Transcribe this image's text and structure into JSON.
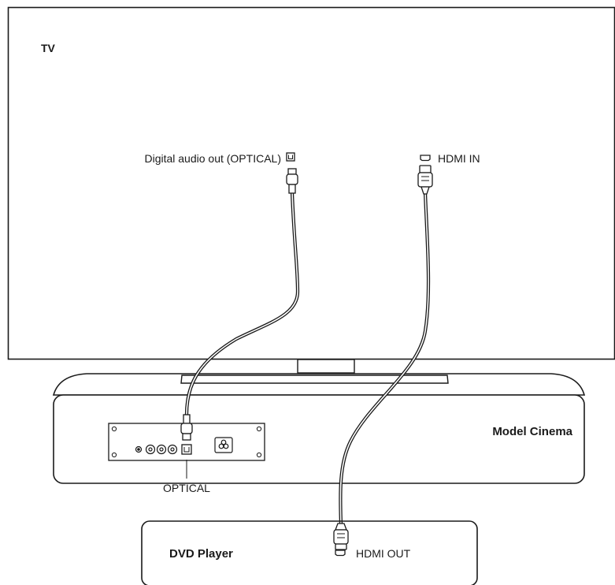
{
  "tv": {
    "label": "TV",
    "optical_port_label": "Digital audio out (OPTICAL)",
    "hdmi_port_label": "HDMI IN"
  },
  "soundbar": {
    "label": "Model Cinema",
    "optical_port_label": "OPTICAL"
  },
  "dvd_player": {
    "label": "DVD Player",
    "hdmi_port_label": "HDMI OUT"
  },
  "colors": {
    "line": "#1a1a1a",
    "background": "#ffffff"
  },
  "icons": [
    "optical-port-icon",
    "hdmi-port-icon",
    "optical-plug-icon",
    "hdmi-plug-icon",
    "power-socket-icon",
    "audio-jack-icon"
  ]
}
